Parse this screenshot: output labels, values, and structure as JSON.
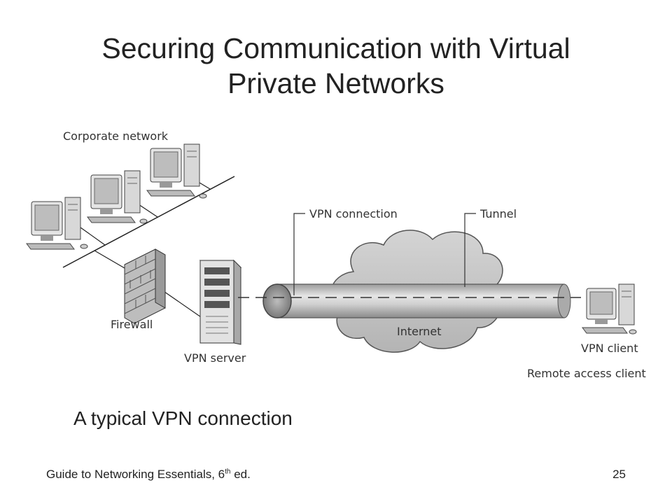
{
  "title": {
    "line1": "Securing Communication with Virtual",
    "line2": "Private Networks"
  },
  "diagram": {
    "labels": {
      "corporate_network": "Corporate network",
      "vpn_connection": "VPN connection",
      "tunnel": "Tunnel",
      "firewall": "Firewall",
      "vpn_server": "VPN server",
      "internet": "Internet",
      "vpn_client": "VPN client",
      "remote_access_client": "Remote access client"
    }
  },
  "caption": "A typical VPN connection",
  "footer": {
    "text_before_sup": "Guide to Networking Essentials, 6",
    "sup": "th",
    "text_after_sup": " ed.",
    "page_number": "25"
  }
}
